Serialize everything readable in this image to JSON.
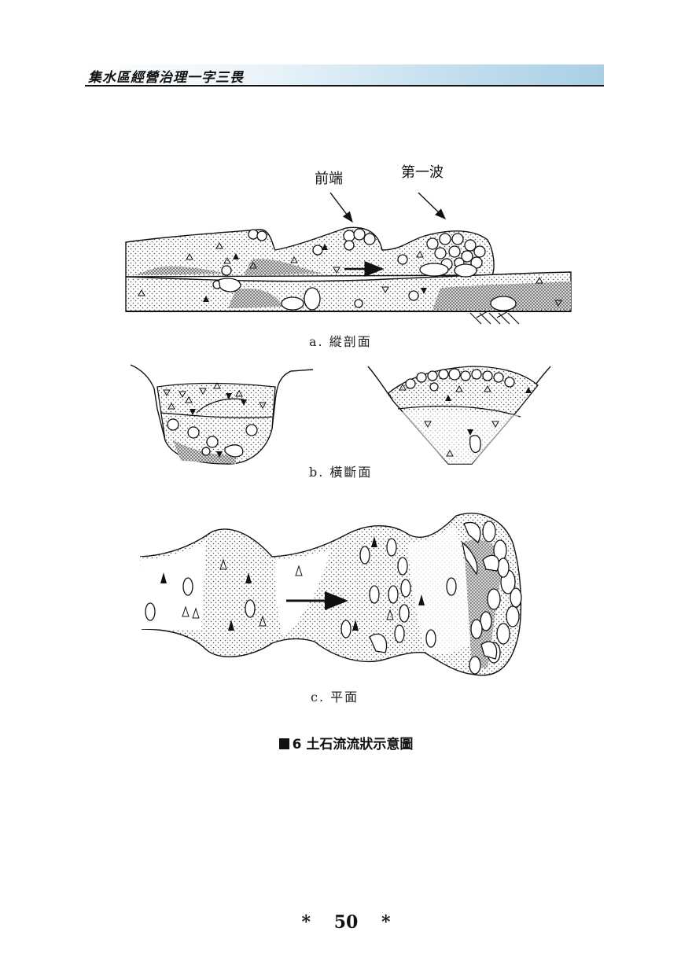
{
  "header": {
    "title": "集水區經營治理一字三畏"
  },
  "figure": {
    "label_front": "前端",
    "label_wave": "第一波",
    "caption_a": "a. 縱剖面",
    "caption_b": "b. 橫斷面",
    "caption_c": "c. 平面",
    "title": "6 土石流流狀示意圖"
  },
  "footer": {
    "left_mark": "*",
    "page_number": "50",
    "right_mark": "*"
  }
}
